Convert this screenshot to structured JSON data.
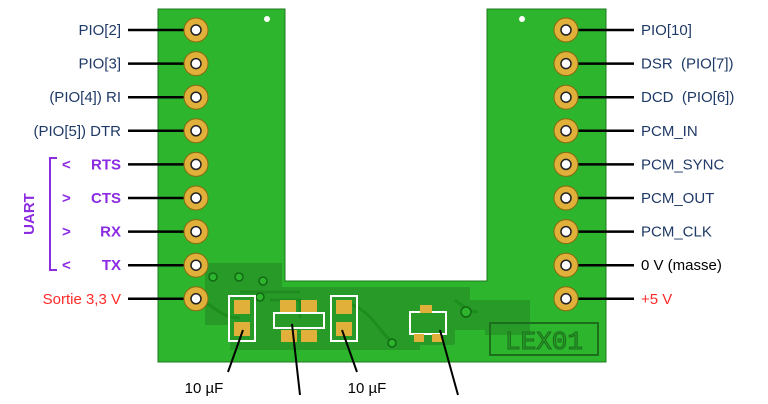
{
  "board": {
    "name": "LEX01",
    "pcb_color": "#2db52d",
    "copper_color": "#279a27",
    "pad_color": "#e0b03a",
    "outline_color": "#1e7a1e"
  },
  "left_pins": [
    {
      "text": "PIO[2]",
      "color": "#1f3a66"
    },
    {
      "text": "PIO[3]",
      "color": "#1f3a66"
    },
    {
      "text": "(PIO[4]) RI",
      "color": "#1f3a66"
    },
    {
      "text": "(PIO[5]) DTR",
      "color": "#1f3a66"
    },
    {
      "prefix": "<",
      "name": "RTS",
      "color": "#8b2be2"
    },
    {
      "prefix": ">",
      "name": "CTS",
      "color": "#8b2be2"
    },
    {
      "prefix": ">",
      "name": "RX",
      "color": "#8b2be2"
    },
    {
      "prefix": "<",
      "name": "TX",
      "color": "#8b2be2"
    },
    {
      "text": "Sortie 3,3 V",
      "color": "#ff2a2a"
    }
  ],
  "right_pins": [
    {
      "text": "PIO[10]",
      "color": "#1f3a66"
    },
    {
      "text": "DSR  (PIO[7])",
      "color": "#1f3a66"
    },
    {
      "text": "DCD  (PIO[6])",
      "color": "#1f3a66"
    },
    {
      "text": "PCM_IN",
      "color": "#1f3a66"
    },
    {
      "text": "PCM_SYNC",
      "color": "#1f3a66"
    },
    {
      "text": "PCM_OUT",
      "color": "#1f3a66"
    },
    {
      "text": "PCM_CLK",
      "color": "#1f3a66"
    },
    {
      "text": "0 V (masse)",
      "color": "#000000"
    },
    {
      "text": "+5 V",
      "color": "#ff2a2a"
    }
  ],
  "uart_label": {
    "text": "UART",
    "color": "#8b2be2"
  },
  "bottom_labels": [
    "10 µF",
    "10 µF"
  ]
}
